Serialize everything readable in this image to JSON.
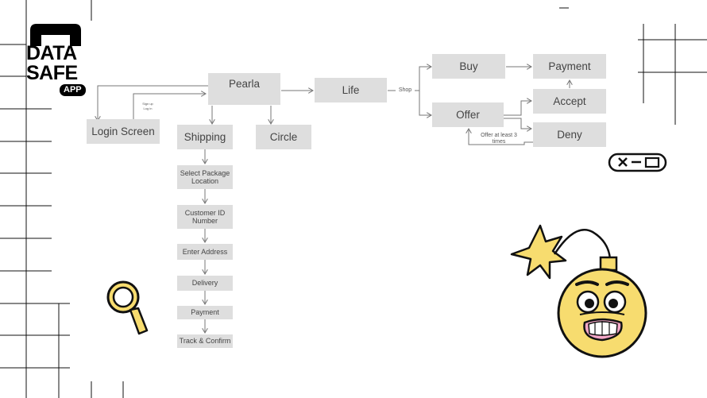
{
  "logo": {
    "line1": "DATA",
    "line2": "SAFE",
    "badge": "APP"
  },
  "nodes": {
    "pearla": "Pearla",
    "login": "Login Screen",
    "shipping": "Shipping",
    "circle": "Circle",
    "life": "Life",
    "buy": "Buy",
    "payment_top": "Payment",
    "offer": "Offer",
    "accept": "Accept",
    "deny": "Deny",
    "select_package": "Select Package Location",
    "customer_id": "Customer ID Number",
    "enter_address": "Enter Address",
    "delivery": "Delivery",
    "payment_bottom": "Payment",
    "track_confirm": "Track & Confirm"
  },
  "edge_labels": {
    "shop": "Shop",
    "offer_loop": "Offer at least 3 times",
    "sign_up": "Sign up",
    "log_in": "Log in"
  },
  "icons": [
    "padlock-icon",
    "magnifier-icon",
    "bomb-icon",
    "toggle-icon"
  ],
  "colors": {
    "node_fill": "#dedede",
    "node_text": "#444444",
    "connector": "#777777",
    "accent_yellow": "#f7dc6f"
  }
}
